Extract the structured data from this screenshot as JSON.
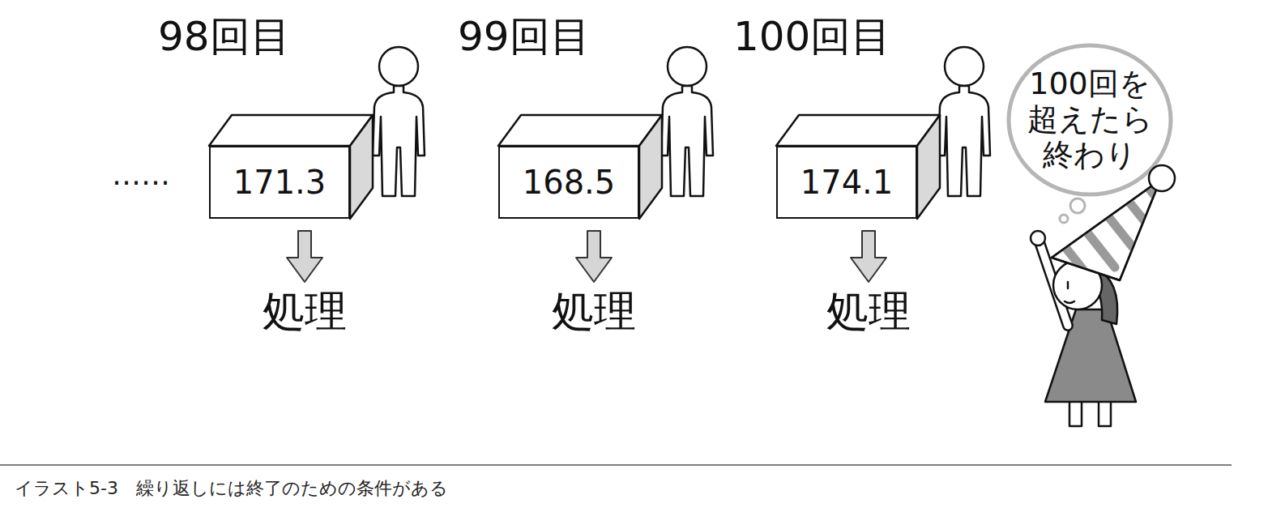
{
  "diagram": {
    "caption": "イラスト5-3　繰り返しには終了のための条件がある",
    "nodes": [
      {
        "text": [
          "171.3"
        ]
      },
      {
        "text": [
          "168.5"
        ]
      },
      {
        "text": [
          "174.1"
        ]
      },
      {
        "text": [
          "100回を 超えたら 終わり"
        ]
      }
    ],
    "edges": [],
    "labels": [
      "98回目",
      "……",
      "99回目",
      "100回目",
      "処理",
      "処理",
      "処理"
    ]
  }
}
